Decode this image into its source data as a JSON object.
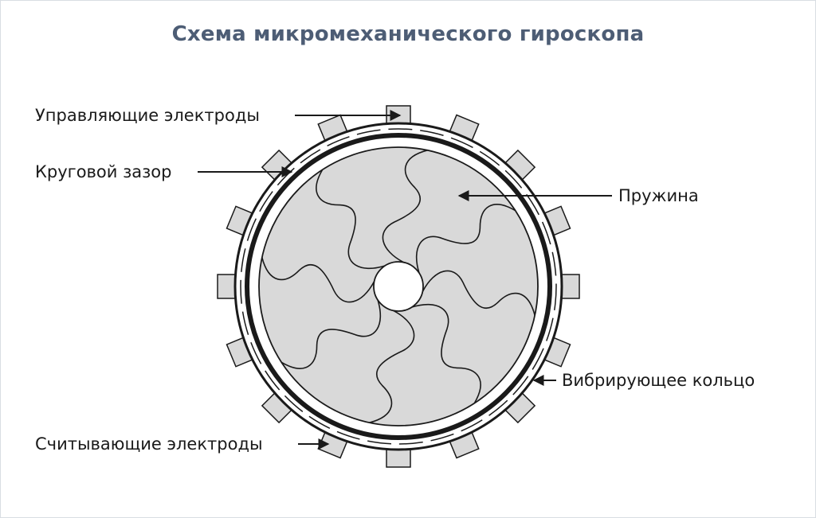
{
  "title": "Схема микромеханического гироскопа",
  "labels": {
    "drive_electrodes": "Управляющие электроды",
    "circular_gap": "Круговой зазор",
    "spring": "Пружина",
    "vibrating_ring": "Вибрирующее кольцо",
    "sense_electrodes": "Считывающие электроды"
  },
  "colors": {
    "title": "#4d5d75",
    "fill": "#d9d9d9",
    "stroke": "#1a1a1a"
  },
  "diagram": {
    "electrode_count": 16,
    "spring_count": 8
  }
}
